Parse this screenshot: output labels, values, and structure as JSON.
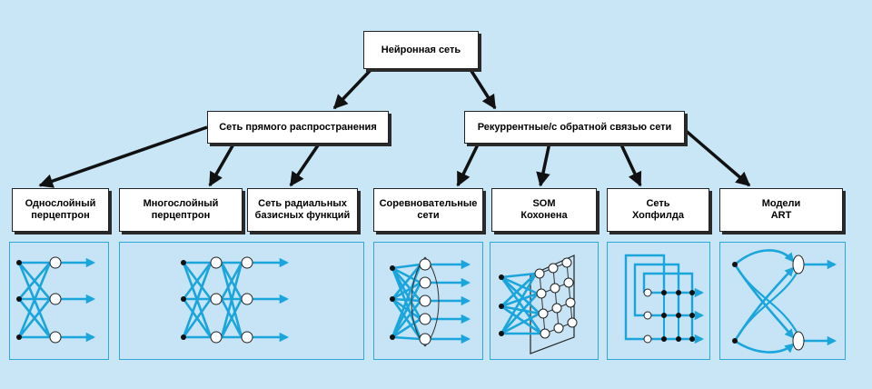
{
  "diagram": {
    "root": "Нейронная сеть",
    "left_branch": "Сеть прямого распространения",
    "right_branch": "Рекуррентные/с обратной связью сети",
    "leaves": [
      "Однослойный\nперцептрон",
      "Многослойный\nперцептрон",
      "Сеть радиальных\nбазисных функций",
      "Соревновательные\nсети",
      "SOM\nКохонена",
      "Сеть\nХопфилда",
      "Модели\nART"
    ]
  },
  "colors": {
    "background": "#c9e6f6",
    "accent": "#1aa6dc",
    "panel_border": "#2da8d8",
    "arrow": "#111111"
  }
}
